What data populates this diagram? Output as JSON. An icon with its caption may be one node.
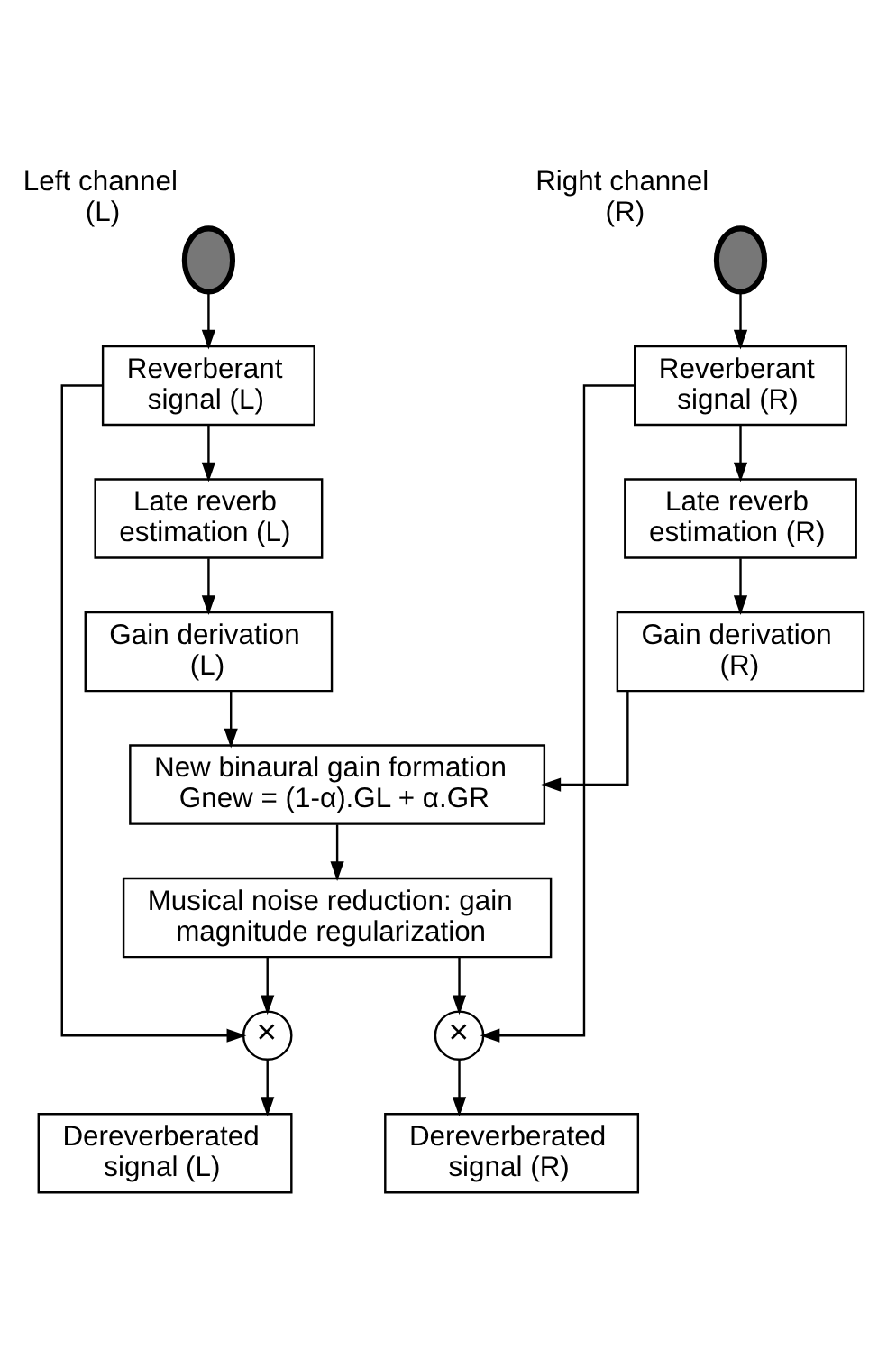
{
  "diagram": {
    "nodes": [
      {
        "text": [
          "Left channel (L)"
        ]
      },
      {
        "text": [
          "Right channel (R)"
        ]
      },
      {
        "text": [
          "Reverberant signal (L)"
        ]
      },
      {
        "text": [
          "Reverberant signal (R)"
        ]
      },
      {
        "text": [
          "Late reverb estimation (L)"
        ]
      },
      {
        "text": [
          "Late reverb estimation (R)"
        ]
      },
      {
        "text": [
          "Gain derivation (L)"
        ]
      },
      {
        "text": [
          "Gain derivation (R)"
        ]
      },
      {
        "text": [
          "New binaural gain formation",
          "Gnew = (1-α).GL + α.GR"
        ]
      },
      {
        "text": [
          "Musical noise reduction: gain magnitude regularization"
        ]
      },
      {
        "text": [
          "×"
        ]
      },
      {
        "text": [
          "×"
        ]
      },
      {
        "text": [
          "Dereverberated signal (L)"
        ]
      },
      {
        "text": [
          "Dereverberated signal (R)"
        ]
      }
    ],
    "edges": [
      {
        "from": 0,
        "to": 2,
        "arrow": "to"
      },
      {
        "from": 1,
        "to": 3,
        "arrow": "to"
      },
      {
        "from": 2,
        "to": 4,
        "arrow": "to"
      },
      {
        "from": 3,
        "to": 5,
        "arrow": "to"
      },
      {
        "from": 4,
        "to": 6,
        "arrow": "to"
      },
      {
        "from": 5,
        "to": 7,
        "arrow": "to"
      },
      {
        "from": 6,
        "to": 8,
        "arrow": "to"
      },
      {
        "from": 7,
        "to": 8,
        "arrow": "to"
      },
      {
        "from": 8,
        "to": 9,
        "arrow": "to"
      },
      {
        "from": 9,
        "to": 10,
        "arrow": "to"
      },
      {
        "from": 9,
        "to": 11,
        "arrow": "to"
      },
      {
        "from": 2,
        "to": 10,
        "arrow": "to"
      },
      {
        "from": 3,
        "to": 11,
        "arrow": "to"
      },
      {
        "from": 10,
        "to": 12,
        "arrow": "to"
      },
      {
        "from": 11,
        "to": 13,
        "arrow": "to"
      }
    ]
  }
}
